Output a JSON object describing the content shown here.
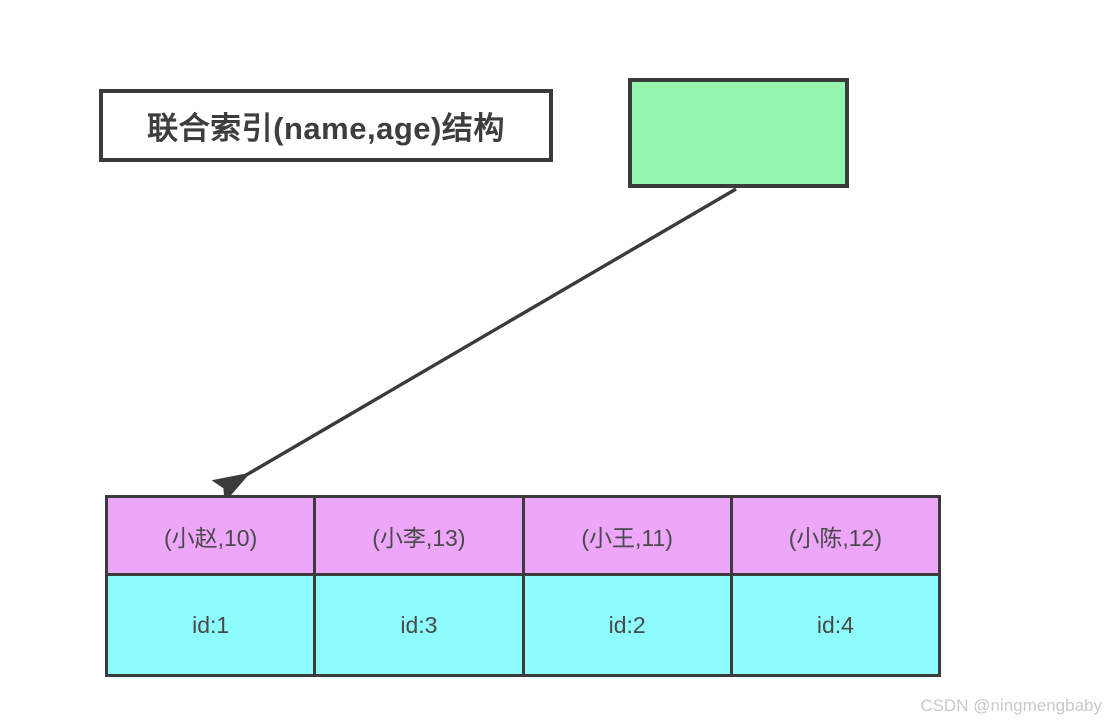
{
  "diagram": {
    "title_box": {
      "label": "联合索引(name,age)结构"
    },
    "source_box": {
      "label": "",
      "fill_color": "#94f6ae",
      "border_color": "#3b3b3b"
    },
    "arrow": {
      "name": "pointer-arrow",
      "from_label": "source_box",
      "to_label": "index-table-first-cell"
    },
    "index_table": {
      "key_row_color": "#eda6f9",
      "id_row_color": "#8dfdfd",
      "border_color": "#3b3b3b",
      "columns": [
        {
          "key": "(小赵,10)",
          "id": "id:1"
        },
        {
          "key": "(小李,13)",
          "id": "id:3"
        },
        {
          "key": "(小王,11)",
          "id": "id:2"
        },
        {
          "key": "(小陈,12)",
          "id": "id:4"
        }
      ]
    },
    "watermark": {
      "text": "CSDN @ningmengbaby"
    }
  }
}
